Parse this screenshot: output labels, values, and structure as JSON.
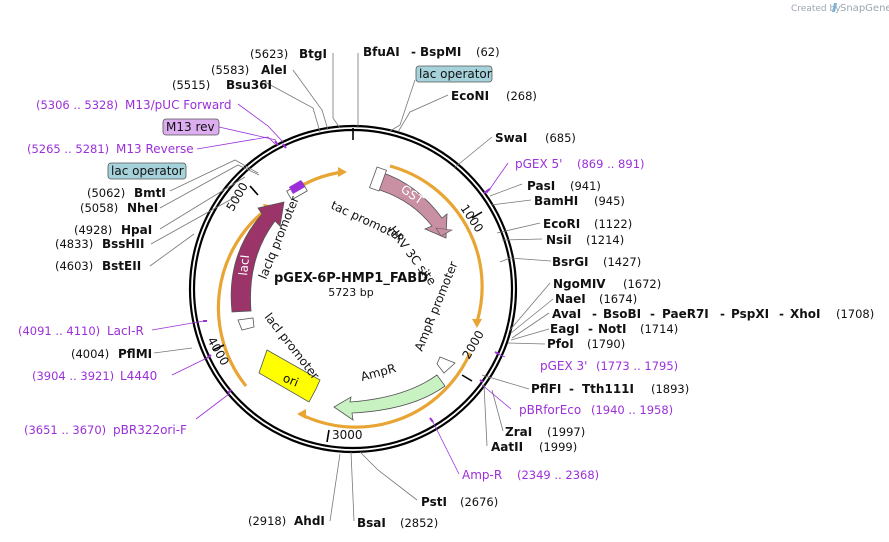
{
  "brand": {
    "prefix": "Created by",
    "name": "SnapGene"
  },
  "plasmid": {
    "name": "pGEX-6P-HMP1_FABD",
    "size": "5723 bp"
  },
  "ticks": [
    "1000",
    "2000",
    "3000",
    "4000",
    "5000"
  ],
  "sites": [
    {
      "pos": "(5623)",
      "name": "BtgI"
    },
    {
      "name": "BfuAI",
      "sep": "-",
      "name2": "BspMI",
      "pos": "(62)"
    },
    {
      "pos": "(5583)",
      "name": "AleI"
    },
    {
      "pos": "(5515)",
      "name": "Bsu36I"
    },
    {
      "name": "EcoNI",
      "pos": "(268)"
    },
    {
      "name": "SwaI",
      "pos": "(685)"
    },
    {
      "name": "PasI",
      "pos": "(941)"
    },
    {
      "name": "BamHI",
      "pos": "(945)"
    },
    {
      "pos": "(5062)",
      "name": "BmtI"
    },
    {
      "pos": "(5058)",
      "name": "NheI"
    },
    {
      "name": "EcoRI",
      "pos": "(1122)"
    },
    {
      "pos": "(4928)",
      "name": "HpaI"
    },
    {
      "name": "NsiI",
      "pos": "(1214)"
    },
    {
      "pos": "(4833)",
      "name": "BssHII"
    },
    {
      "name": "BsrGI",
      "pos": "(1427)"
    },
    {
      "pos": "(4603)",
      "name": "BstEII"
    },
    {
      "name": "NgoMIV",
      "pos": "(1672)"
    },
    {
      "name": "NaeI",
      "pos": "(1674)"
    },
    {
      "name": "AvaI",
      "sep": "-",
      "name2": "BsoBI",
      "name3": "PaeR7I",
      "name4": "PspXI",
      "name5": "XhoI",
      "pos": "(1708)"
    },
    {
      "name": "EagI",
      "sep": "-",
      "name2": "NotI",
      "pos": "(1714)"
    },
    {
      "name": "PfoI",
      "pos": "(1790)"
    },
    {
      "pos": "(4004)",
      "name": "PflMI"
    },
    {
      "name": "PflFI",
      "sep": "-",
      "name2": "Tth111I",
      "pos": "(1893)"
    },
    {
      "name": "ZraI",
      "pos": "(1997)"
    },
    {
      "name": "AatII",
      "pos": "(1999)"
    },
    {
      "name": "PstI",
      "pos": "(2676)"
    },
    {
      "pos": "(2918)",
      "name": "AhdI"
    },
    {
      "name": "BsaI",
      "pos": "(2852)"
    }
  ],
  "primers": [
    {
      "range": "(5306 .. 5328)",
      "name": "M13/pUC Forward"
    },
    {
      "name": "M13 rev"
    },
    {
      "range": "(5265 .. 5281)",
      "name": "M13 Reverse"
    },
    {
      "name": "pGEX 5'",
      "range": "(869 .. 891)"
    },
    {
      "range": "(4091 .. 4110)",
      "name": "LacI-R"
    },
    {
      "range": "(3904 .. 3921)",
      "name": "L4440"
    },
    {
      "name": "pGEX 3'",
      "range": "(1773 .. 1795)"
    },
    {
      "name": "pBRforEco",
      "range": "(1940 .. 1958)"
    },
    {
      "range": "(3651 .. 3670)",
      "name": "pBR322ori-F"
    },
    {
      "name": "Amp-R",
      "range": "(2349 .. 2368)"
    }
  ],
  "boxed_labels": [
    "lac operator",
    "lac operator"
  ],
  "features": [
    {
      "name": "tac promoter",
      "color": "#ffffff"
    },
    {
      "name": "GST",
      "color": "#c98fa3"
    },
    {
      "name": "HRV 3C site",
      "color": "#ffffff"
    },
    {
      "name": "AmpR promoter",
      "color": "#ffffff"
    },
    {
      "name": "AmpR",
      "color": "#c8f2c2"
    },
    {
      "name": "ori",
      "color": "#ffff00"
    },
    {
      "name": "lacI promoter",
      "color": "#ffffff"
    },
    {
      "name": "lacI",
      "color": "#9b3468"
    },
    {
      "name": "lacIq promoter",
      "color": "#ffffff"
    }
  ],
  "colors": {
    "backbone": "#000000",
    "orf_arc": "#e8a534",
    "primer": "#9b30d9",
    "operator_box": "#a6d2dc"
  }
}
